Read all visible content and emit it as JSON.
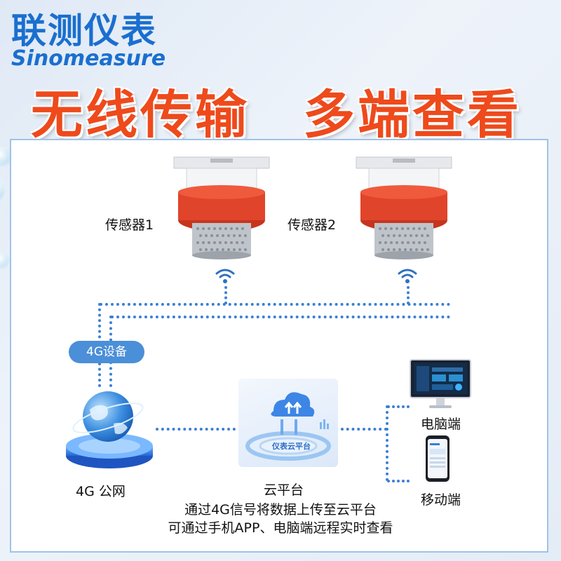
{
  "brand": {
    "name_cn": "联测仪表",
    "name_en": "Sinomeasure"
  },
  "headline": {
    "left": "无线传输",
    "right": "多端查看"
  },
  "sensors": [
    {
      "label": "传感器1"
    },
    {
      "label": "传感器2"
    }
  ],
  "network": {
    "badge": "4G设备",
    "public_label": "4G 公网"
  },
  "cloud": {
    "label": "云平台",
    "card_text": "仪表云平台"
  },
  "clients": {
    "pc_label": "电脑端",
    "mobile_label": "移动端"
  },
  "captions": {
    "line1": "通过4G信号将数据上传至云平台",
    "line2": "可通过手机APP、电脑端远程实时查看"
  },
  "colors": {
    "brand_blue": "#1a6fcf",
    "headline_orange": "#ee4a1c",
    "sensor_red": "#e0442a",
    "link_blue": "#3a7fd5"
  },
  "icons": [
    "wifi-signal-icon",
    "globe-icon",
    "cloud-upload-icon",
    "monitor-icon",
    "smartphone-icon"
  ]
}
